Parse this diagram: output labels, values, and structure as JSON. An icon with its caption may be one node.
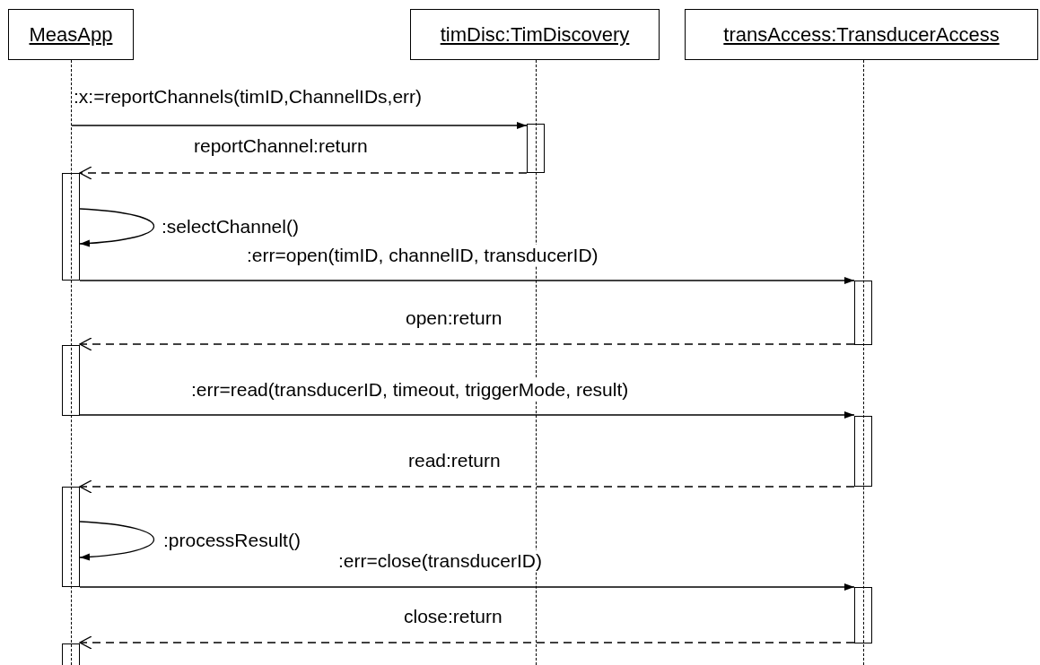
{
  "diagram": {
    "nodes": [
      {
        "text": [
          "MeasApp"
        ]
      },
      {
        "text": [
          "timDisc:TimDiscovery"
        ]
      },
      {
        "text": [
          "transAccess:TransducerAccess"
        ]
      },
      {
        "text": [],
        "shape": "line"
      },
      {
        "text": [],
        "shape": "line"
      },
      {
        "text": [],
        "shape": "line"
      },
      {
        "text": [],
        "shape": "bar"
      },
      {
        "text": [],
        "shape": "bar"
      },
      {
        "text": [],
        "shape": "bar"
      },
      {
        "text": [],
        "shape": "bar"
      },
      {
        "text": [],
        "shape": "bar"
      },
      {
        "text": [],
        "shape": "bar"
      },
      {
        "text": [],
        "shape": "bar"
      },
      {
        "text": [],
        "shape": "bar"
      }
    ],
    "edges": [
      {
        "from": 3,
        "to": 6,
        "arrow": "to",
        "label": ":x:=reportChannels(timID,ChannelIDs,err)"
      },
      {
        "from": 6,
        "to": 7,
        "arrow": "to",
        "style": "dashed",
        "label": "reportChannel:return"
      },
      {
        "from": 7,
        "to": 7,
        "arrow": "to",
        "label": ":selectChannel()"
      },
      {
        "from": 7,
        "to": 8,
        "arrow": "to",
        "label": ":err=open(timID, channelID, transducerID)"
      },
      {
        "from": 8,
        "to": 9,
        "arrow": "to",
        "style": "dashed",
        "label": "open:return"
      },
      {
        "from": 9,
        "to": 10,
        "arrow": "to",
        "label": ":err=read(transducerID, timeout, triggerMode, result)"
      },
      {
        "from": 10,
        "to": 11,
        "arrow": "to",
        "style": "dashed",
        "label": "read:return"
      },
      {
        "from": 11,
        "to": 11,
        "arrow": "to",
        "label": ":processResult()"
      },
      {
        "from": 11,
        "to": 12,
        "arrow": "to",
        "label": ":err=close(transducerID)"
      },
      {
        "from": 12,
        "to": 13,
        "arrow": "to",
        "style": "dashed",
        "label": "close:return"
      }
    ]
  }
}
